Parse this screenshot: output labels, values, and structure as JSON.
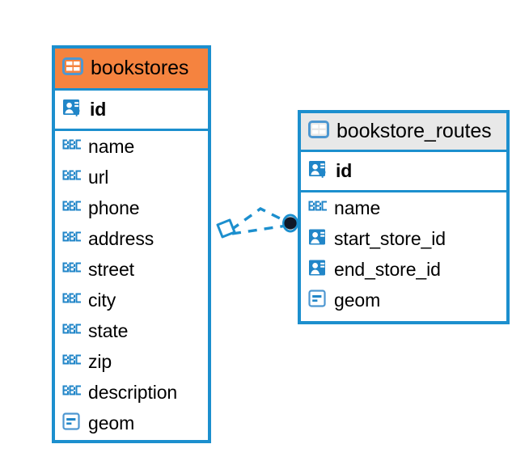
{
  "diagram": {
    "type": "entity-relationship-diagram",
    "background_color": "#FFFFFF",
    "accent_color": "#1C8FCE",
    "highlight_color": "#F5833F",
    "header_neutral_color": "#E8E8E8"
  },
  "tables": [
    {
      "name": "bookstores",
      "header_style": "orange",
      "table_icon": "table-grid-icon",
      "primary_key": {
        "label": "id",
        "icon": "primary-key-card-icon"
      },
      "columns": [
        {
          "label": "name",
          "icon": "abc-text-icon"
        },
        {
          "label": "url",
          "icon": "abc-text-icon"
        },
        {
          "label": "phone",
          "icon": "abc-text-icon"
        },
        {
          "label": "address",
          "icon": "abc-text-icon"
        },
        {
          "label": "street",
          "icon": "abc-text-icon"
        },
        {
          "label": "city",
          "icon": "abc-text-icon"
        },
        {
          "label": "state",
          "icon": "abc-text-icon"
        },
        {
          "label": "zip",
          "icon": "abc-text-icon"
        },
        {
          "label": "description",
          "icon": "abc-text-icon"
        },
        {
          "label": "geom",
          "icon": "geometry-icon"
        }
      ]
    },
    {
      "name": "bookstore_routes",
      "header_style": "grey",
      "table_icon": "table-grid-icon",
      "primary_key": {
        "label": "id",
        "icon": "primary-key-card-icon"
      },
      "columns": [
        {
          "label": "name",
          "icon": "abc-text-icon"
        },
        {
          "label": "start_store_id",
          "icon": "foreign-key-card-icon"
        },
        {
          "label": "end_store_id",
          "icon": "foreign-key-card-icon"
        },
        {
          "label": "geom",
          "icon": "geometry-icon"
        }
      ]
    }
  ],
  "relationship": {
    "source_table": "bookstores",
    "target_table": "bookstore_routes",
    "line_style": "dashed",
    "line_color": "#1C8FCE",
    "source_marker": "open-diamond-marker",
    "target_marker": "filled-circle-marker",
    "target_marker_color": "#101828"
  }
}
